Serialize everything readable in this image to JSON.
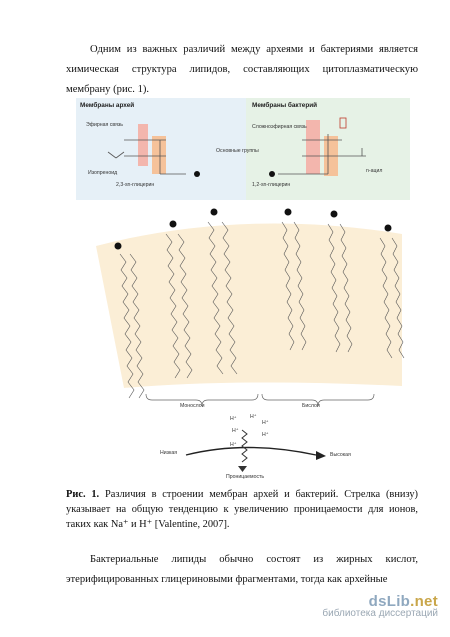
{
  "paragraph1": "Одним из важных различий между археями и бактериями является химическая структура липидов, составляющих цитоплазматическую мембрану (рис. 1).",
  "figure": {
    "archaea_title": "Мембраны архей",
    "bacteria_title": "Мембраны бактерий",
    "ether_bond": "Эфирная связь",
    "ester_bond": "Сложноэфирная связь",
    "isoprenoid": "Изопреноид",
    "head_groups": "Основные группы",
    "glycerol_archaea": "2,3-sn-глицерин",
    "glycerol_bacteria": "1,2-sn-глицерин",
    "acyl": "n-ацил",
    "monolayer": "Монослои",
    "bilayer": "Бислои",
    "low": "Низкая",
    "high": "Высокая",
    "permeability": "Проницаемость",
    "proton": "H⁺"
  },
  "caption": {
    "label": "Рис. 1.",
    "text": "Различия в строении мембран архей и бактерий. Стрелка (внизу) указывает на общую тенденцию к увеличению проницаемости для ионов, таких как Na⁺ и H⁺ [Valentine, 2007]."
  },
  "paragraph2": "Бактериальные липиды обычно состоят из жирных кислот, этерифицированных глицериновыми фрагментами, тогда как архейные",
  "watermark": {
    "logo_main": "dsLib",
    "logo_dot": ".net",
    "tagline": "библиотека диссертаций"
  }
}
